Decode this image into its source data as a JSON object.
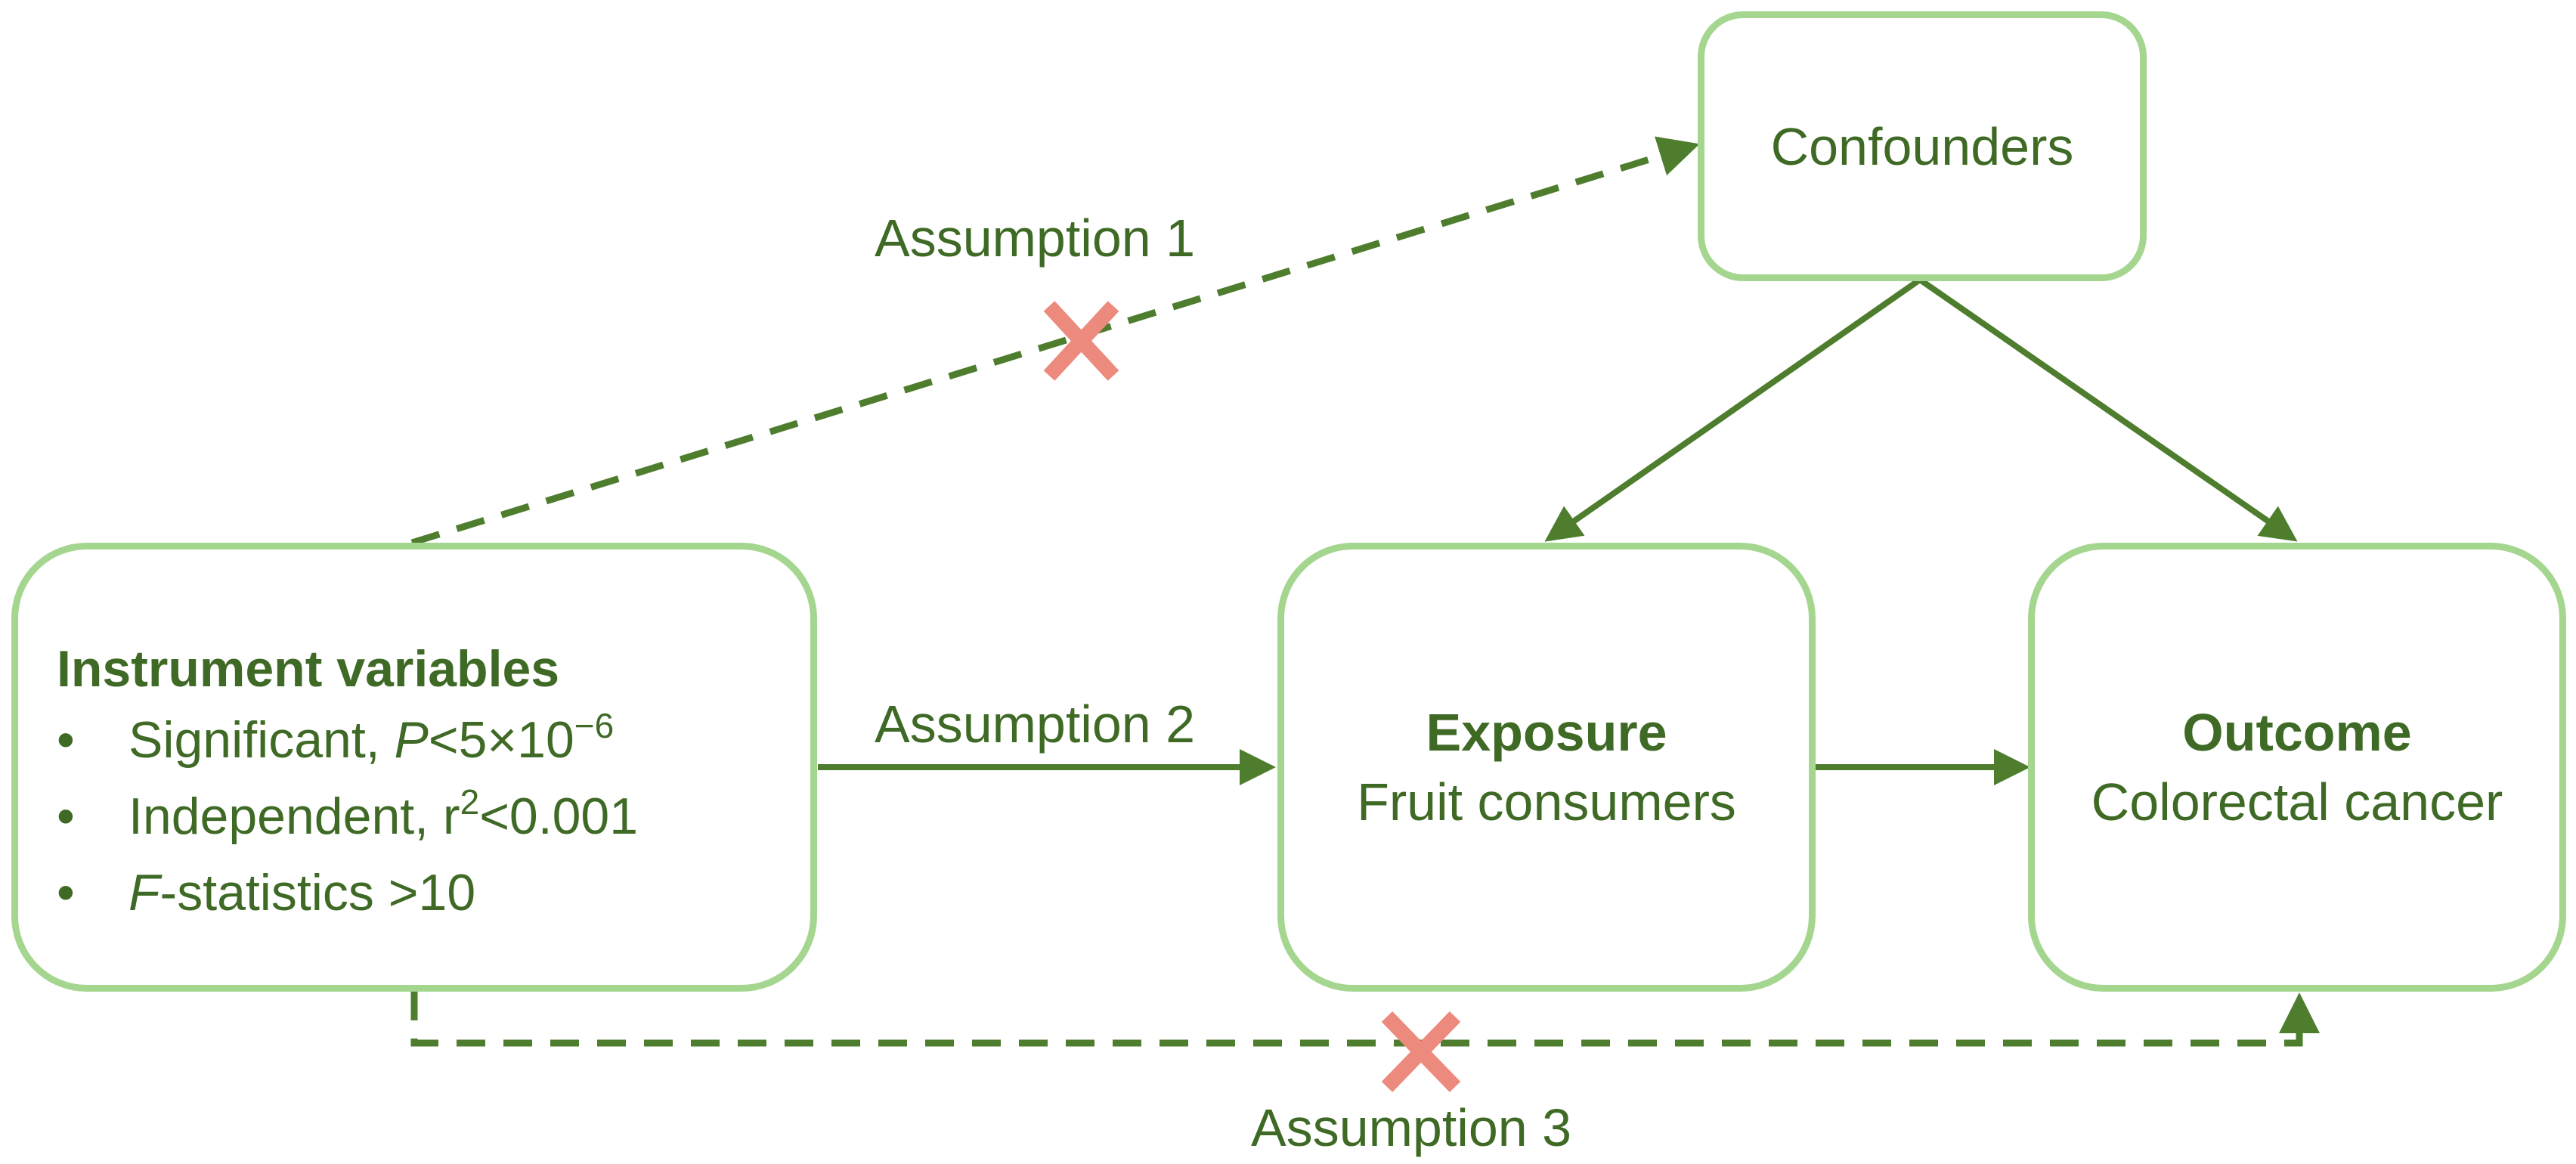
{
  "colors": {
    "box_border": "#a5d68f",
    "arrow": "#4e7d2e",
    "text": "#3f6a26",
    "cross": "#ed8a7e"
  },
  "nodes": {
    "confounders": {
      "label": "Confounders"
    },
    "instrument": {
      "title": "Instrument variables",
      "bullet": "•",
      "criteria": [
        {
          "pre": "Significant, ",
          "italic": "P",
          "post": "<5×10",
          "sup": "−6"
        },
        {
          "pre": "Independent, r",
          "sup": "2",
          "post": "<0.001"
        },
        {
          "italic": "F",
          "post": "-statistics >10"
        }
      ]
    },
    "exposure": {
      "title": "Exposure",
      "subtitle": "Fruit consumers"
    },
    "outcome": {
      "title": "Outcome",
      "subtitle": "Colorectal cancer"
    }
  },
  "edges": {
    "assumption1": {
      "label": "Assumption 1",
      "style": "dashed",
      "violated": true
    },
    "assumption2": {
      "label": "Assumption 2",
      "style": "solid"
    },
    "assumption3": {
      "label": "Assumption 3",
      "style": "dashed",
      "violated": true
    }
  }
}
